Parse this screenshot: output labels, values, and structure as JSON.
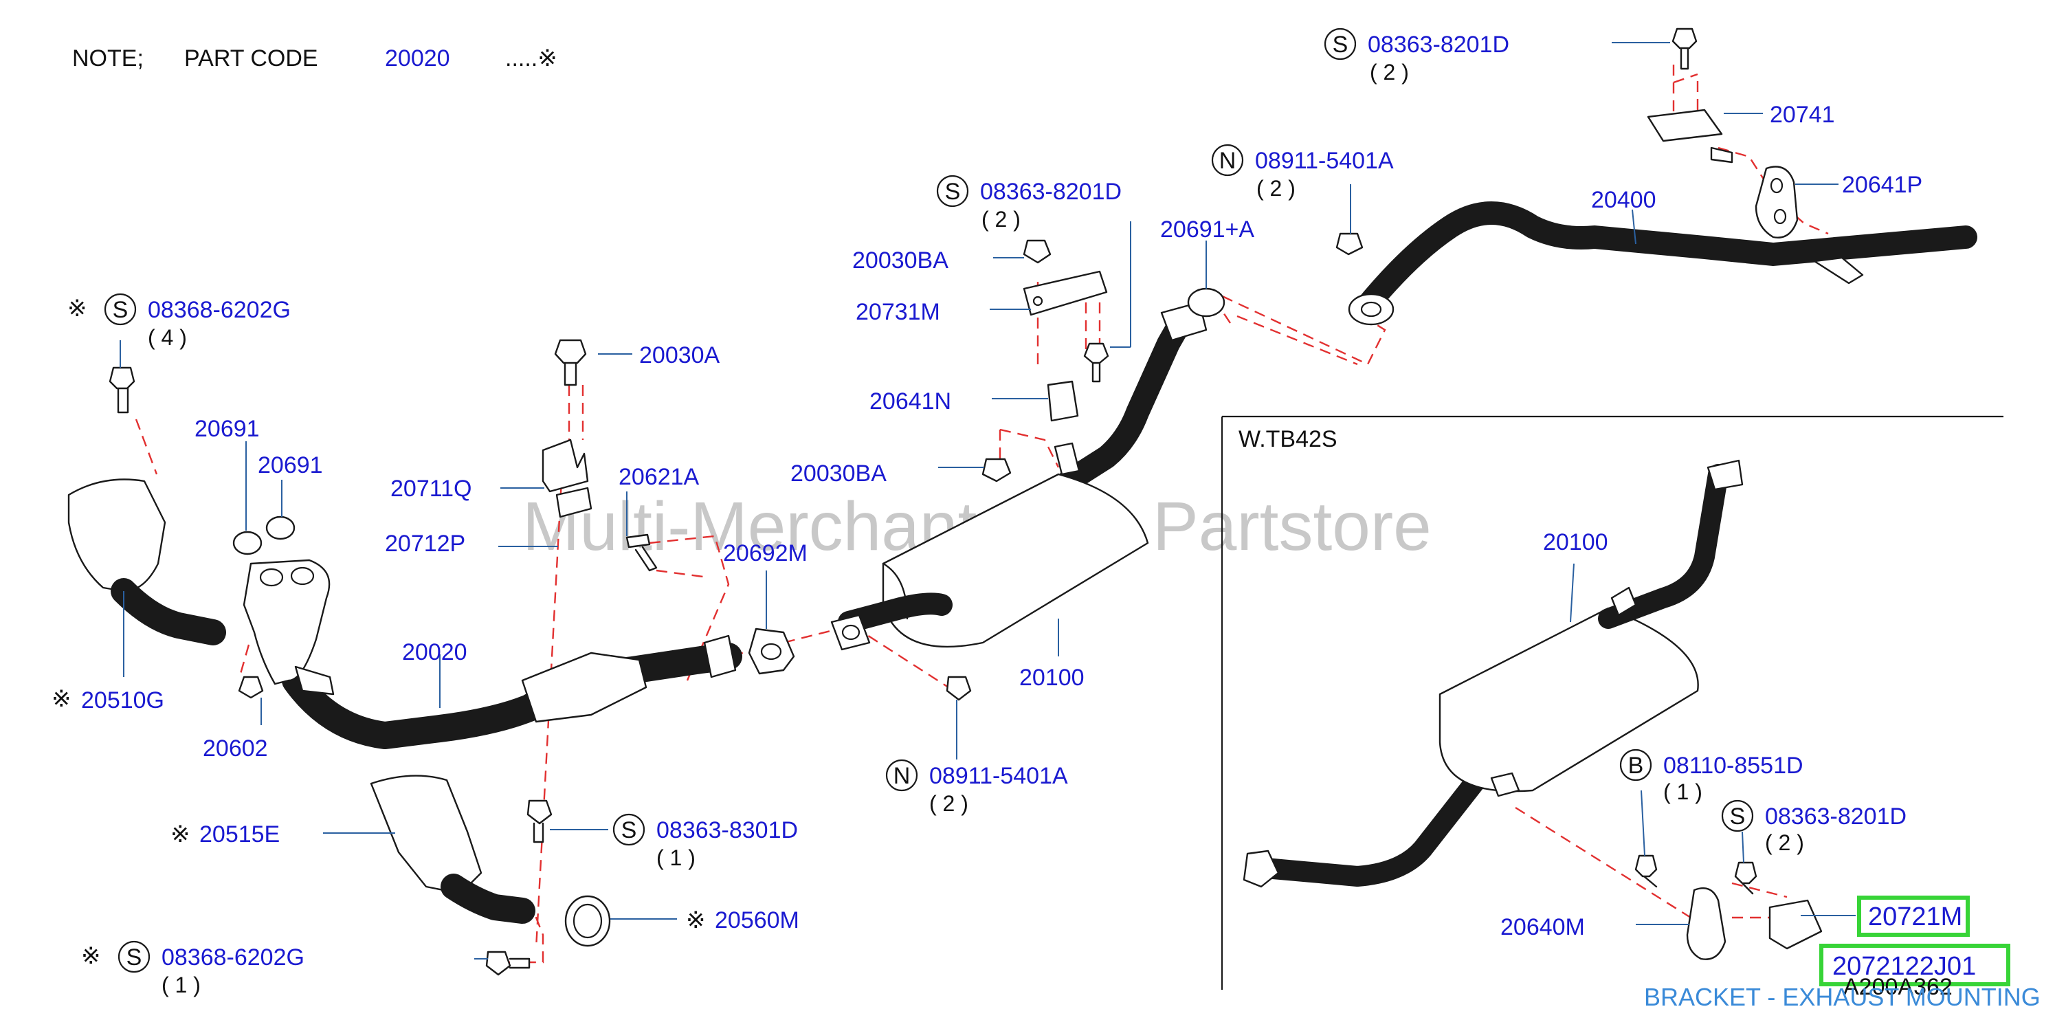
{
  "note": {
    "prefix": "NOTE;",
    "label": "PART CODE",
    "code": "20020",
    "mark": ".....※"
  },
  "watermark": "Multi-Merchant Auto Partstore",
  "inset_title": "W.TB42S",
  "ref_code": "A200A362",
  "caption": "BRACKET - EXHAUST MOUNTING",
  "highlight": {
    "part": "20721M",
    "number": "2072122J01"
  },
  "labels": {
    "p20741": "20741",
    "p20641P": "20641P",
    "p20400": "20400",
    "p20691A": "20691+A",
    "p20030BA_top": "20030BA",
    "p20731M": "20731M",
    "p20641N": "20641N",
    "p20030BA_mid": "20030BA",
    "p20030A": "20030A",
    "p20691_a": "20691",
    "p20691_b": "20691",
    "p20711Q": "20711Q",
    "p20621A": "20621A",
    "p20712P": "20712P",
    "p20692M": "20692M",
    "p20020": "20020",
    "p20510G": "20510G",
    "p20602": "20602",
    "p20100_main": "20100",
    "p20515E": "20515E",
    "p20560M": "20560M",
    "p20100_inset": "20100",
    "p20640M": "20640M"
  },
  "callouts": {
    "s_top": {
      "letter": "S",
      "code": "08363-8201D",
      "qty": "( 2 )"
    },
    "n_top": {
      "letter": "N",
      "code": "08911-5401A",
      "qty": "( 2 )"
    },
    "s_mid": {
      "letter": "S",
      "code": "08363-8201D",
      "qty": "( 2 )"
    },
    "s_left": {
      "letter": "S",
      "code": "08368-6202G",
      "qty": "( 4 )"
    },
    "n_low": {
      "letter": "N",
      "code": "08911-5401A",
      "qty": "( 2 )"
    },
    "s_lowmid": {
      "letter": "S",
      "code": "08363-8301D",
      "qty": "( 1 )"
    },
    "s_bottom": {
      "letter": "S",
      "code": "08368-6202G",
      "qty": "( 1 )"
    },
    "b_inset": {
      "letter": "B",
      "code": "08110-8551D",
      "qty": "( 1 )"
    },
    "s_inset": {
      "letter": "S",
      "code": "08363-8201D",
      "qty": "( 2 )"
    }
  },
  "ref_marks": {
    "left": "※",
    "p20510G": "※",
    "p20515E": "※",
    "p20560M": "※",
    "bottom": "※"
  }
}
